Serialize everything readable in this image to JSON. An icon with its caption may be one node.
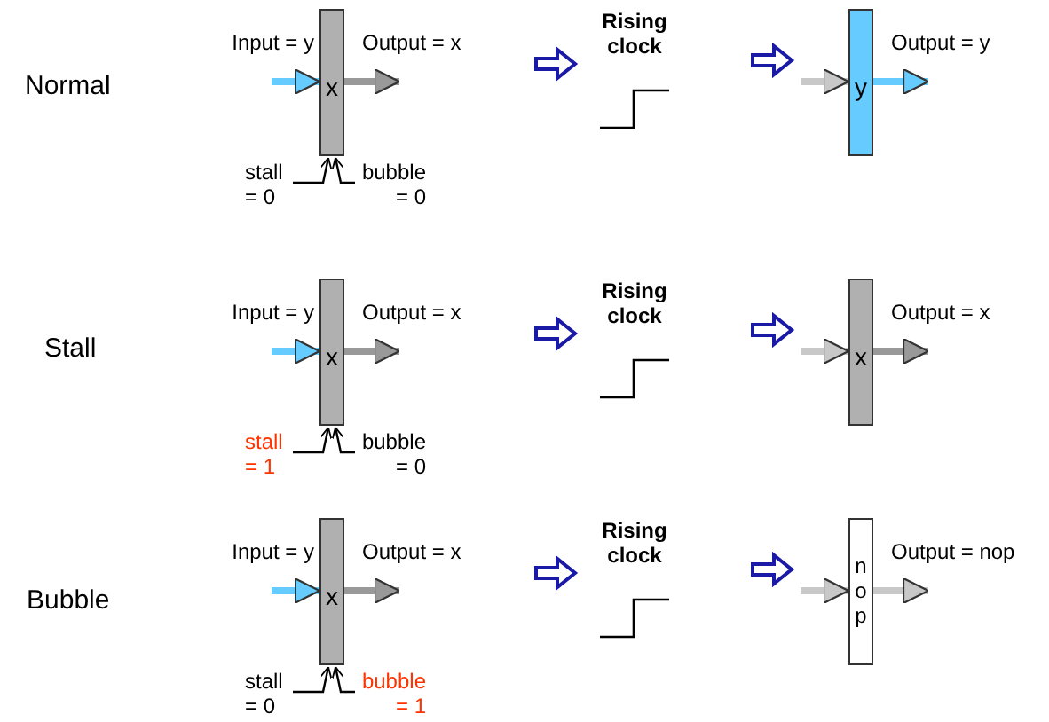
{
  "diagram": {
    "nodes": [
      {
        "text": [
          "x"
        ]
      },
      {
        "text": [
          "stall = 0"
        ]
      },
      {
        "text": [
          "bubble = 0"
        ]
      },
      {
        "text": [
          "Rising clock"
        ]
      },
      {
        "text": [
          "y"
        ]
      },
      {
        "text": [
          "x"
        ]
      },
      {
        "text": [
          "stall = 1"
        ]
      },
      {
        "text": [
          "bubble = 0"
        ]
      },
      {
        "text": [
          "Rising clock"
        ]
      },
      {
        "text": [
          "x"
        ]
      },
      {
        "text": [
          "x"
        ]
      },
      {
        "text": [
          "stall = 0"
        ]
      },
      {
        "text": [
          "bubble = 1"
        ]
      },
      {
        "text": [
          "Rising clock"
        ]
      },
      {
        "text": [
          "nop"
        ]
      },
      {
        "text": [],
        "shape": "arrow"
      },
      {
        "text": [],
        "shape": "arrow"
      },
      {
        "text": [],
        "shape": "arrow"
      },
      {
        "text": [],
        "shape": "arrow"
      },
      {
        "text": [],
        "shape": "arrow"
      },
      {
        "text": [],
        "shape": "arrow"
      }
    ],
    "edges": [
      {
        "from": null,
        "to": 0,
        "arrow": "to",
        "label": "Input = y",
        "color": "#66ccff"
      },
      {
        "from": 0,
        "to": null,
        "arrow": "to",
        "label": "Output = x",
        "color": "#999999"
      },
      {
        "from": 1,
        "to": 0,
        "arrow": "to",
        "color": "#000000"
      },
      {
        "from": 2,
        "to": 0,
        "arrow": "to",
        "color": "#000000"
      },
      {
        "from": null,
        "to": 4,
        "arrow": "to",
        "color": "#c8c8c8"
      },
      {
        "from": 4,
        "to": null,
        "arrow": "to",
        "label": "Output = y",
        "color": "#66ccff"
      },
      {
        "from": null,
        "to": 5,
        "arrow": "to",
        "label": "Input = y",
        "color": "#66ccff"
      },
      {
        "from": 5,
        "to": null,
        "arrow": "to",
        "label": "Output = x",
        "color": "#999999"
      },
      {
        "from": 6,
        "to": 5,
        "arrow": "to",
        "color": "#000000"
      },
      {
        "from": 7,
        "to": 5,
        "arrow": "to",
        "color": "#000000"
      },
      {
        "from": null,
        "to": 9,
        "arrow": "to",
        "color": "#c8c8c8"
      },
      {
        "from": 9,
        "to": null,
        "arrow": "to",
        "label": "Output = x",
        "color": "#999999"
      },
      {
        "from": null,
        "to": 10,
        "arrow": "to",
        "label": "Input = y",
        "color": "#66ccff"
      },
      {
        "from": 10,
        "to": null,
        "arrow": "to",
        "label": "Output = x",
        "color": "#999999"
      },
      {
        "from": 11,
        "to": 10,
        "arrow": "to",
        "color": "#000000"
      },
      {
        "from": 12,
        "to": 10,
        "arrow": "to",
        "color": "#000000"
      },
      {
        "from": null,
        "to": 14,
        "arrow": "to",
        "color": "#c8c8c8"
      },
      {
        "from": 14,
        "to": null,
        "arrow": "to",
        "label": "Output = nop",
        "color": "#c8c8c8"
      }
    ],
    "labels": [
      "Normal",
      "Stall",
      "Bubble"
    ]
  }
}
